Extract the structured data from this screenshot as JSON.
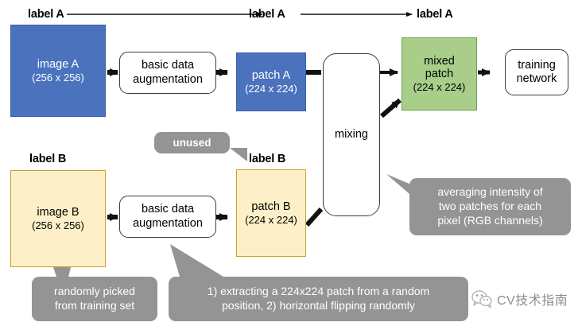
{
  "diagram": {
    "title": "Mixup-style data augmentation pipeline",
    "colors": {
      "blue": "#4a72bd",
      "green": "#a8ce8a",
      "yellow": "#fdf0c8",
      "yellow_border": "#c9a227",
      "callout_gray": "#949494",
      "stroke": "#1a1a1a"
    },
    "top_labels": [
      {
        "text": "label A"
      },
      {
        "text": "label A"
      },
      {
        "text": "label A"
      }
    ],
    "branch_b_labels": [
      {
        "text": "label B"
      },
      {
        "text": "label B"
      }
    ],
    "boxes": {
      "image_a": {
        "line1": "image A",
        "line2": "(256 x 256)"
      },
      "image_b": {
        "line1": "image B",
        "line2": "(256 x 256)"
      },
      "patch_a": {
        "line1": "patch A",
        "line2": "(224 x 224)"
      },
      "patch_b": {
        "line1": "patch B",
        "line2": "(224 x 224)"
      },
      "mixed_patch": {
        "line1": "mixed",
        "line2": "patch",
        "line3": "(224 x 224)"
      },
      "aug_a": {
        "line1": "basic data",
        "line2": "augmentation"
      },
      "aug_b": {
        "line1": "basic data",
        "line2": "augmentation"
      },
      "mixing": {
        "line1": "mixing"
      },
      "training_network": {
        "line1": "training",
        "line2": "network"
      }
    },
    "callouts": {
      "unused": {
        "line1": "unused"
      },
      "randomly_picked": {
        "line1": "randomly picked",
        "line2": "from training set"
      },
      "extracting": {
        "line1": "1) extracting a 224x224 patch from a random",
        "line2": "position, 2) horizontal flipping randomly"
      },
      "averaging": {
        "line1": "averaging intensity of",
        "line2": "two patches for each",
        "line3": "pixel (RGB channels)"
      }
    },
    "watermark": {
      "text": "CV技术指南",
      "icon": "wechat-icon"
    }
  }
}
